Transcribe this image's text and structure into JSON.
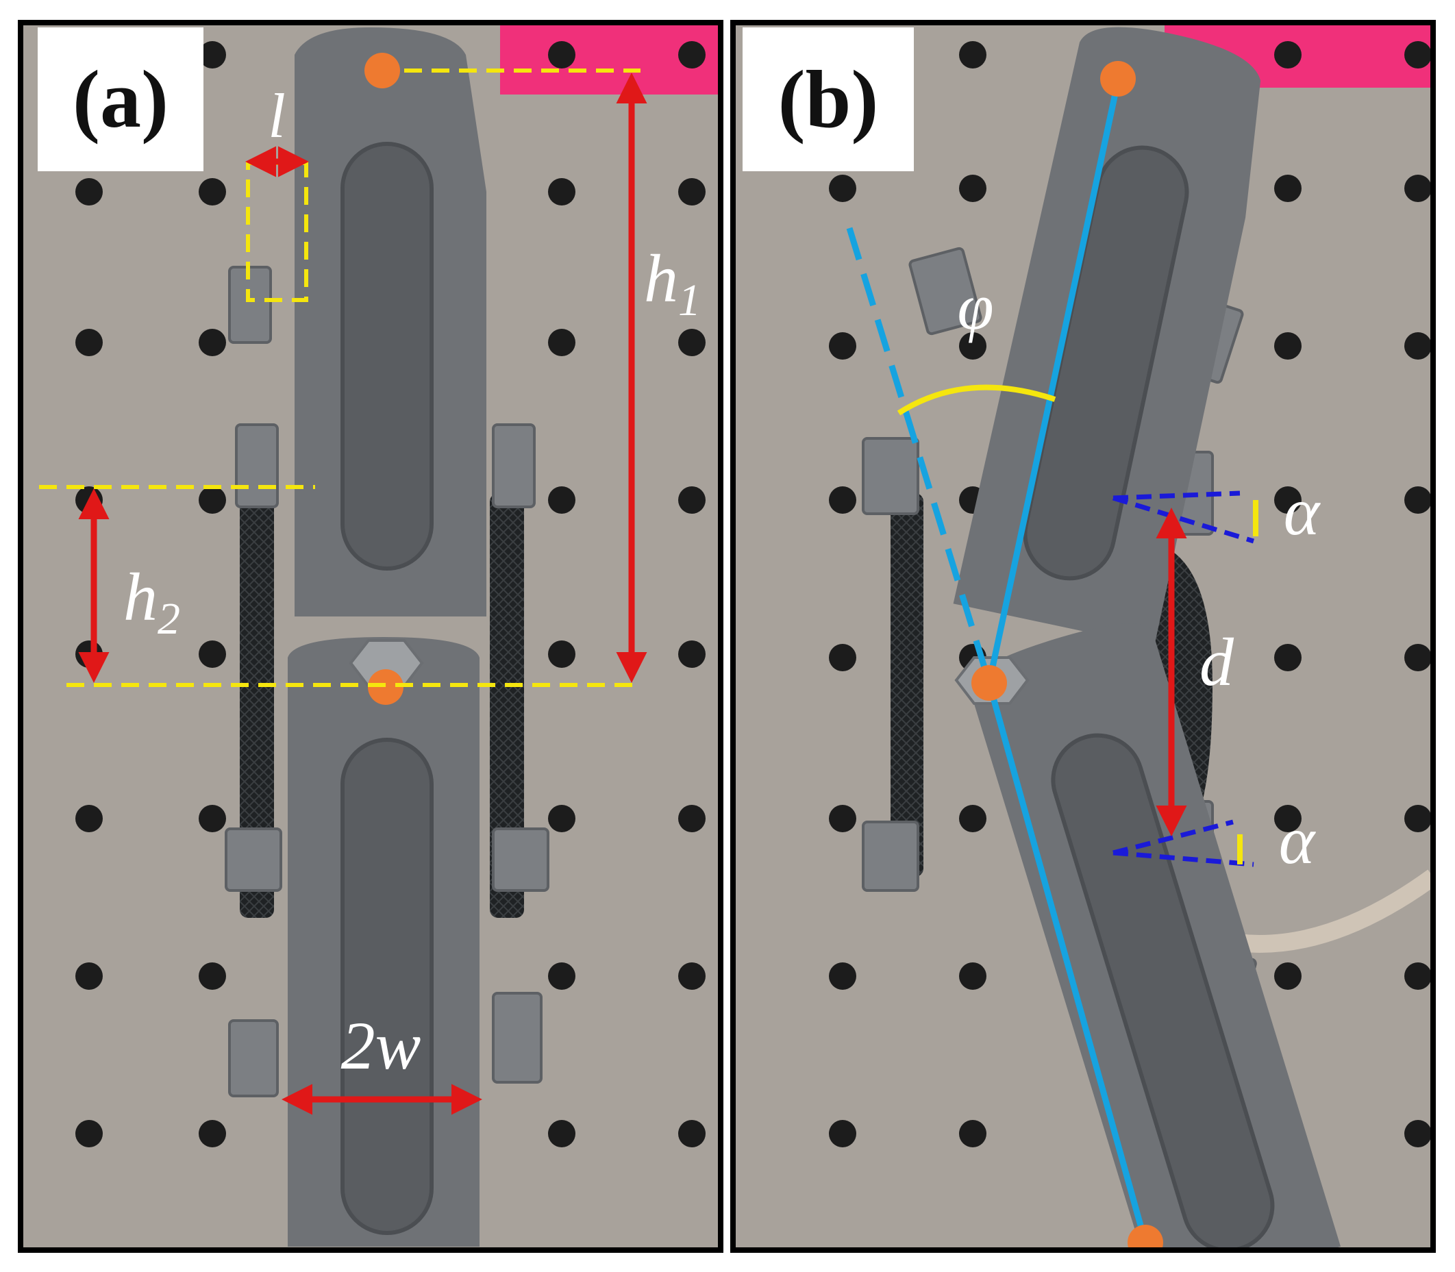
{
  "panels": [
    {
      "label": "(a)",
      "symbols": {
        "l": "l",
        "h1": "h",
        "h1_sub": "1",
        "h2": "h",
        "h2_sub": "2",
        "w": "2w"
      }
    },
    {
      "label": "(b)",
      "symbols": {
        "phi": "φ",
        "alpha_top": "α",
        "alpha_bottom": "α",
        "d": "d"
      }
    }
  ],
  "colors": {
    "frame": "#000000",
    "plate": "#a8a29b",
    "plate_dark": "#8c8680",
    "hole": "#1c1c1c",
    "part": "#6f7276",
    "part_light": "#85898d",
    "slot": "#5a5d61",
    "braid": "#1f2224",
    "pink_tag": "#f0307a",
    "pivot": "#ee7a30",
    "dim_arrow": "#e01818",
    "dash_line": "#f5e60e",
    "axis_line": "#16a3e0",
    "angle_arc": "#f5e60e",
    "alpha_dash": "#1a1ad8",
    "tube": "#cfc4b6"
  },
  "icons": [
    "pivot-marker",
    "dimension-arrow",
    "angle-arc"
  ]
}
